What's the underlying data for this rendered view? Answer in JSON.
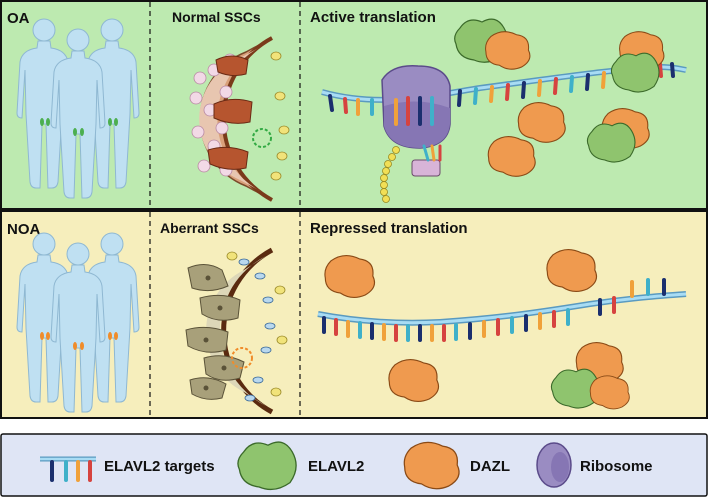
{
  "rows": [
    {
      "id": "oa",
      "label": "OA",
      "cell_label": "Normal SSCs",
      "translation_label": "Active translation",
      "background": "#bdeab0",
      "silhouette_marker_color": "#4caf50"
    },
    {
      "id": "noa",
      "label": "NOA",
      "cell_label": "Aberrant SSCs",
      "translation_label": "Repressed translation",
      "background": "#f6eebc",
      "silhouette_marker_color": "#f08c2a"
    }
  ],
  "legend": {
    "background": "#dfe5f5",
    "items": [
      {
        "icon": "mrna-target-icon",
        "label": "ELAVL2 targets"
      },
      {
        "icon": "elavl2-protein-icon",
        "label": "ELAVL2"
      },
      {
        "icon": "dazl-protein-icon",
        "label": "DAZL"
      },
      {
        "icon": "ribosome-icon",
        "label": "Ribosome"
      }
    ]
  },
  "colors": {
    "elavl2": "#8fc46e",
    "dazl": "#ef9a4f",
    "ribosome": "#9a8cc2",
    "mrna": "#8ec8e8",
    "body": "#bfe0f2"
  }
}
